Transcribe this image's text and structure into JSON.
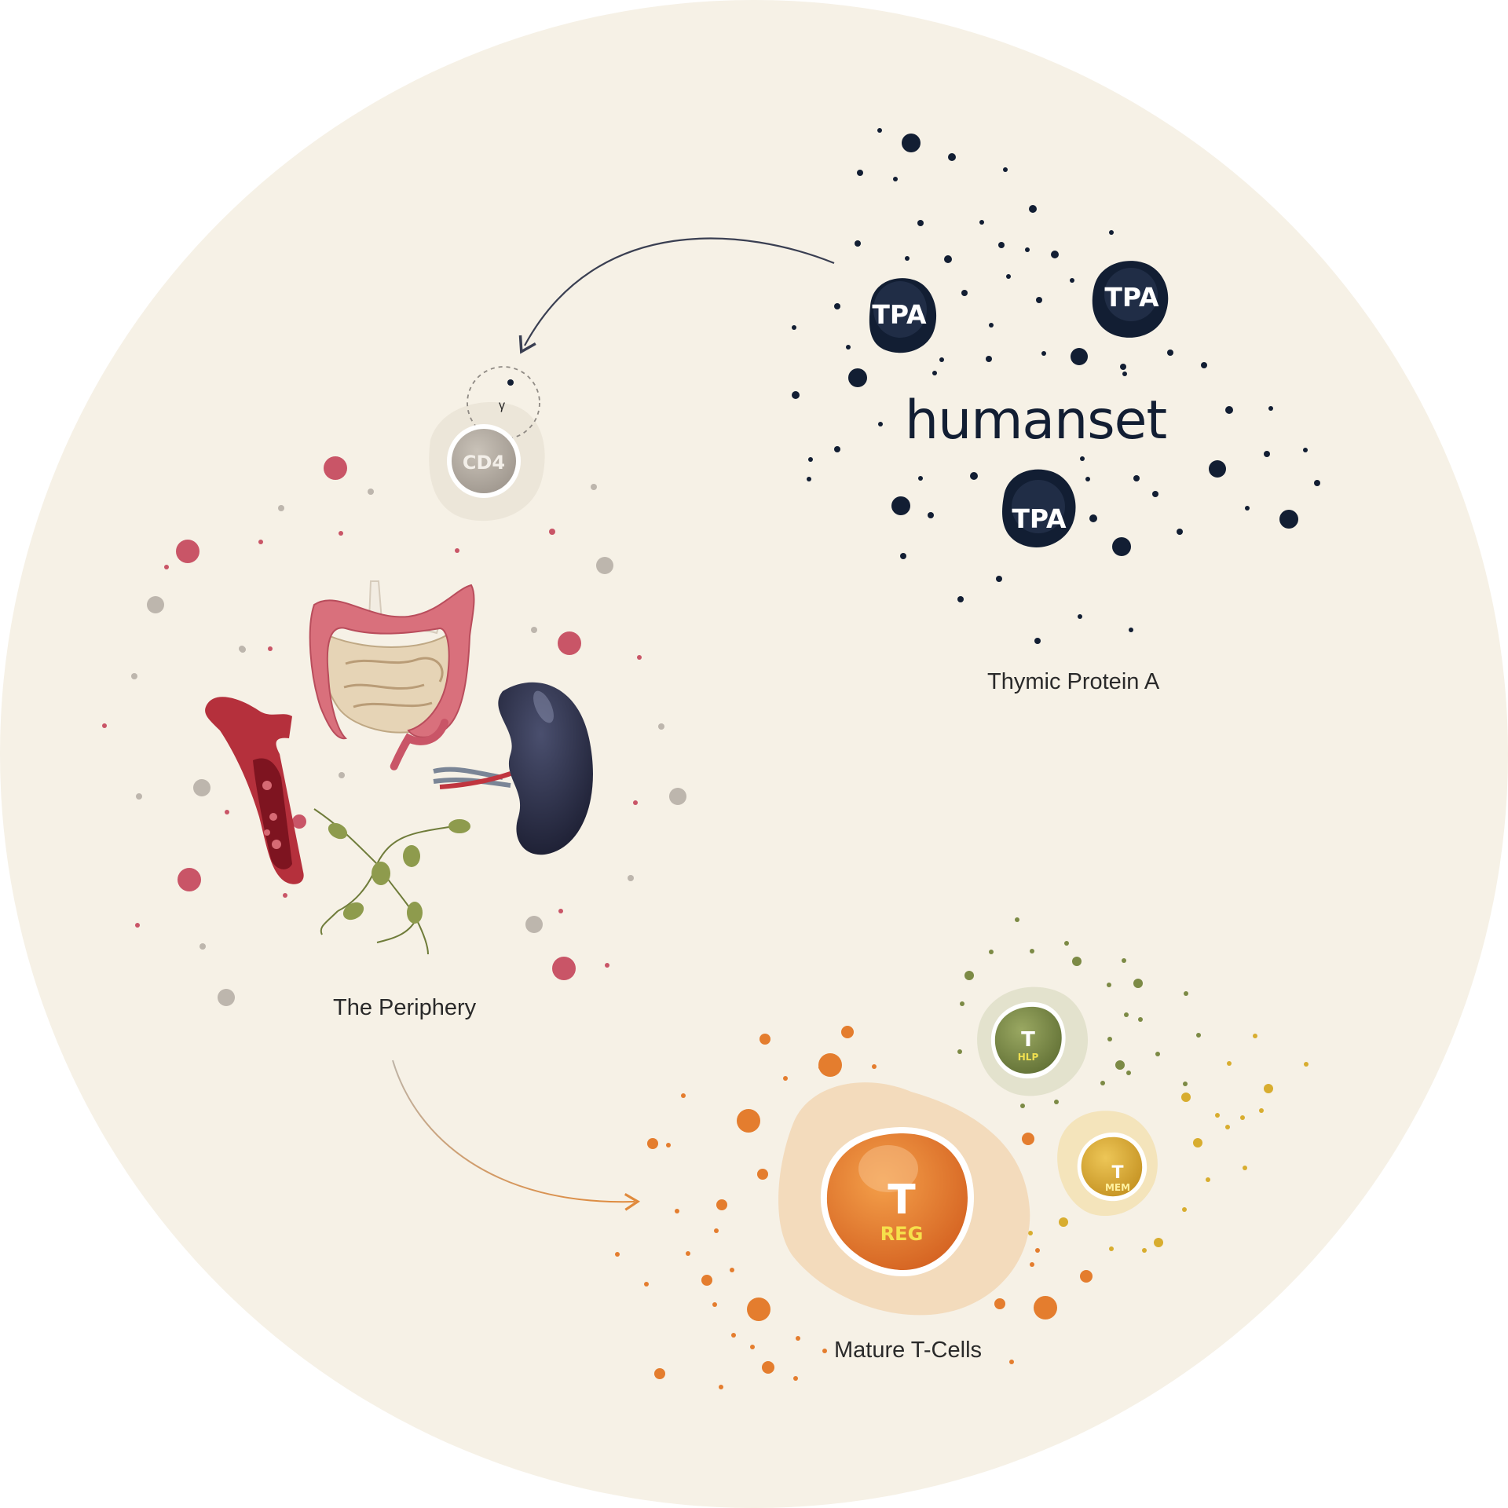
{
  "colors": {
    "background_disk": "#f6f1e6",
    "navy": "#121e33",
    "rose": "#c95567",
    "grey": "#bdb6ad",
    "orange": "#e47d2e",
    "olive": "#7c8a45",
    "gold": "#d8ad2f"
  },
  "brand": {
    "logo_text": "humanset"
  },
  "tpa": {
    "caption": "Thymic Protein A",
    "cell_label": "TPA"
  },
  "cd4": {
    "label": "CD4",
    "symbol": "γ"
  },
  "periphery": {
    "caption": "The Periphery"
  },
  "tcells": {
    "caption": "Mature T-Cells",
    "treg": {
      "main": "T",
      "sub": "REG"
    },
    "thlp": {
      "main": "T",
      "sub": "HLP"
    },
    "tmem": {
      "main": "T",
      "sub": "MEM"
    }
  }
}
